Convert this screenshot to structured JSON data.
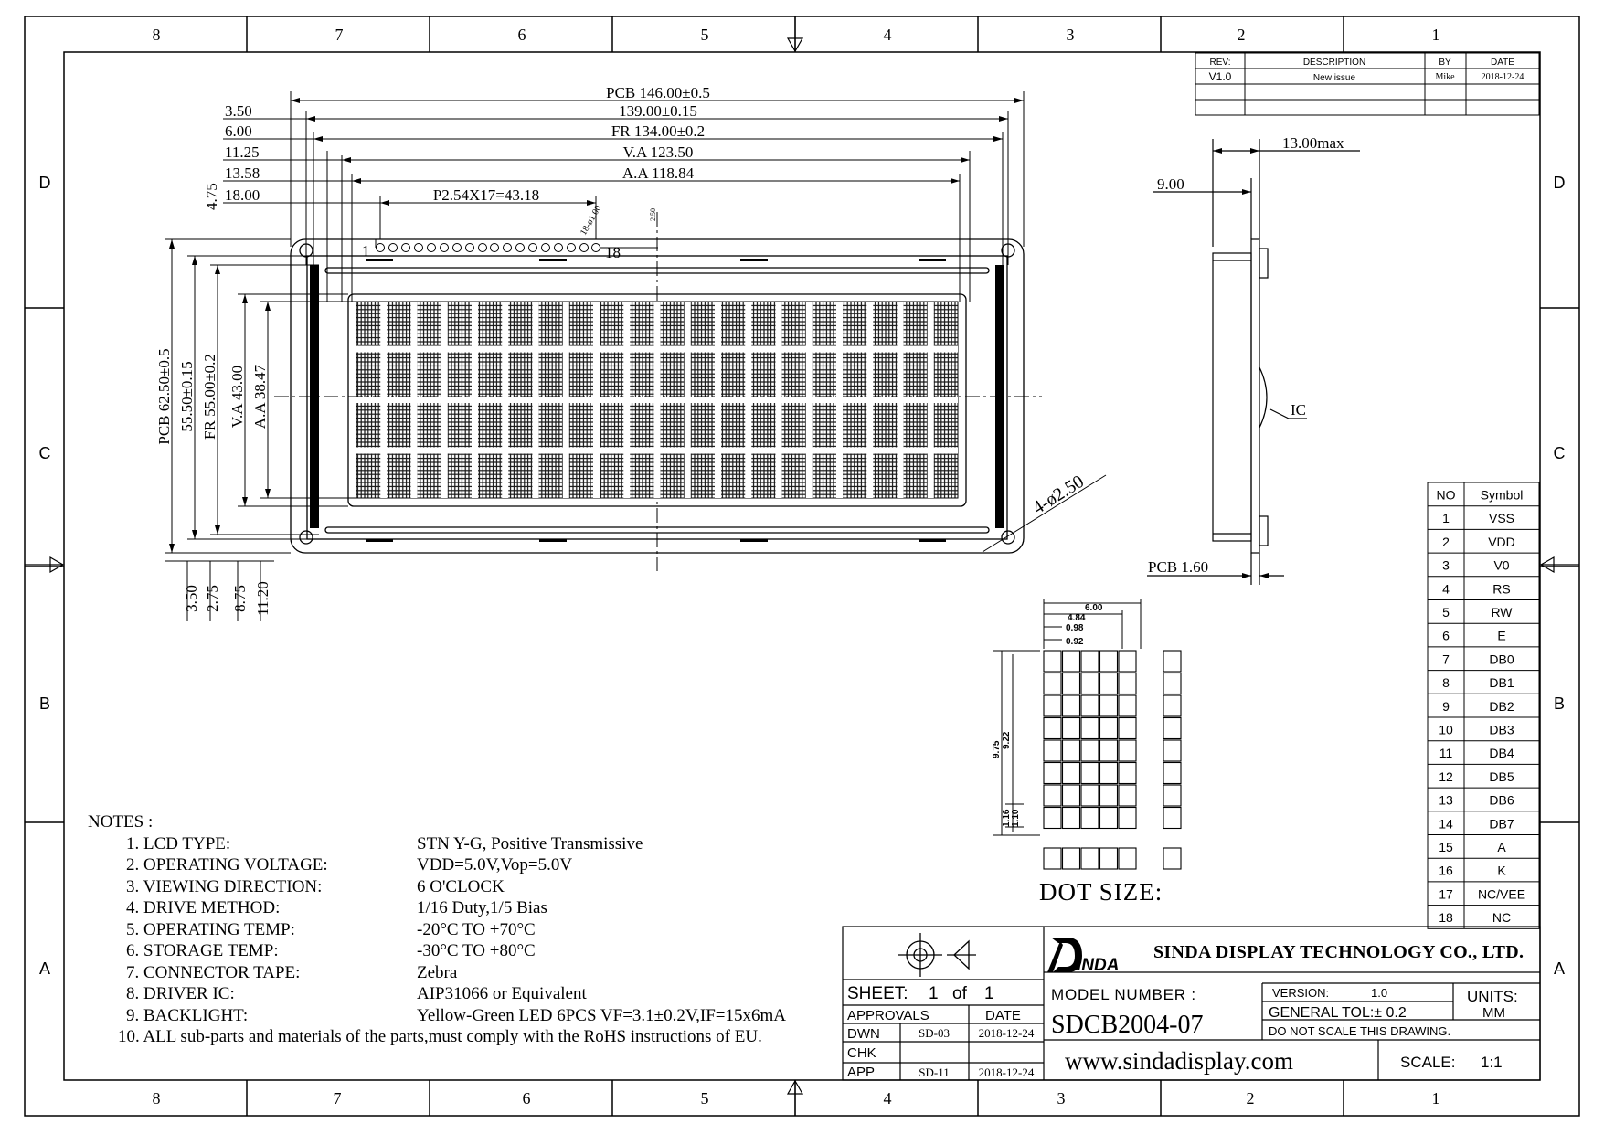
{
  "frame": {
    "columns_top": [
      "8",
      "7",
      "6",
      "5",
      "4",
      "3",
      "2",
      "1"
    ],
    "columns_bottom": [
      "8",
      "7",
      "6",
      "5",
      "4",
      "3",
      "2",
      "1"
    ],
    "rows_left": [
      "D",
      "C",
      "B",
      "A"
    ],
    "rows_right": [
      "D",
      "C",
      "B",
      "A"
    ]
  },
  "revision": {
    "headers": [
      "REV:",
      "DESCRIPTION",
      "BY",
      "DATE"
    ],
    "rows": [
      [
        "V1.0",
        "New issue",
        "Mike",
        "2018-12-24"
      ]
    ]
  },
  "front": {
    "h_dims": [
      "PCB 146.00±0.5",
      "139.00±0.15",
      "FR 134.00±0.2",
      "V.A 123.50",
      "A.A 118.84",
      "P2.54X17=43.18"
    ],
    "left_dims": [
      "3.50",
      "6.00",
      "11.25",
      "13.58",
      "18.00",
      "4.75"
    ],
    "v_dims": [
      "PCB 62.50±0.5",
      "55.50±0.15",
      "FR 55.00±0.2",
      "V.A 43.00",
      "A.A 38.47"
    ],
    "bottom_dims": [
      "3.50",
      "2.75",
      "8.75",
      "11.20"
    ],
    "pin_first": "1",
    "pin_last": "18",
    "pin_dim": "18-ø1.00",
    "small_dim": "2.50",
    "hole_dim": "4-ø2.50"
  },
  "side": {
    "max_dim": "13.00max",
    "left_dim": "9.00",
    "ic_label": "IC",
    "pcb_dim": "PCB 1.60"
  },
  "pins": {
    "headers": [
      "NO",
      "Symbol"
    ],
    "rows": [
      [
        "1",
        "VSS"
      ],
      [
        "2",
        "VDD"
      ],
      [
        "3",
        "V0"
      ],
      [
        "4",
        "RS"
      ],
      [
        "5",
        "RW"
      ],
      [
        "6",
        "E"
      ],
      [
        "7",
        "DB0"
      ],
      [
        "8",
        "DB1"
      ],
      [
        "9",
        "DB2"
      ],
      [
        "10",
        "DB3"
      ],
      [
        "11",
        "DB4"
      ],
      [
        "12",
        "DB5"
      ],
      [
        "13",
        "DB6"
      ],
      [
        "14",
        "DB7"
      ],
      [
        "15",
        "A"
      ],
      [
        "16",
        "K"
      ],
      [
        "17",
        "NC/VEE"
      ],
      [
        "18",
        "NC"
      ]
    ]
  },
  "dot": {
    "title": "DOT SIZE:",
    "dims": [
      "6.00",
      "4.84",
      "0.98",
      "0.92",
      "9.75",
      "9.22",
      "1.16",
      "1.10"
    ]
  },
  "notes": {
    "title": "NOTES :",
    "items": [
      {
        "label": "1. LCD TYPE:",
        "value": "STN Y-G, Positive Transmissive"
      },
      {
        "label": "2. OPERATING VOLTAGE:",
        "value": "VDD=5.0V,Vop=5.0V"
      },
      {
        "label": "3. VIEWING DIRECTION:",
        "value": "6 O'CLOCK"
      },
      {
        "label": "4. DRIVE METHOD:",
        "value": "1/16 Duty,1/5 Bias"
      },
      {
        "label": "5. OPERATING TEMP:",
        "value": "-20°C TO +70°C"
      },
      {
        "label": "6. STORAGE TEMP:",
        "value": "-30°C TO +80°C"
      },
      {
        "label": "7. CONNECTOR TAPE:",
        "value": "Zebra"
      },
      {
        "label": "8. DRIVER IC:",
        "value": "AIP31066 or Equivalent"
      },
      {
        "label": "9. BACKLIGHT:",
        "value": "Yellow-Green LED 6PCS VF=3.1±0.2V,IF=15x6mA"
      }
    ],
    "last": "10. ALL sub-parts and materials of the parts,must comply with the RoHS instructions of EU."
  },
  "title_block": {
    "logo_text": "INDA",
    "company": "SINDA DISPLAY TECHNOLOGY CO., LTD.",
    "sheet_label": "SHEET:",
    "sheet_num": "1",
    "sheet_of": "of",
    "sheet_total": "1",
    "approvals": "APPROVALS",
    "date": "DATE",
    "dwn": "DWN",
    "dwn_code": "SD-03",
    "dwn_date": "2018-12-24",
    "chk": "CHK",
    "app": "APP",
    "app_code": "SD-11",
    "app_date": "2018-12-24",
    "model_label": "MODEL NUMBER :",
    "model": "SDCB2004-07",
    "version_label": "VERSION:",
    "version": "1.0",
    "units_label": "UNITS:",
    "units": "MM",
    "tol_label": "GENERAL TOL:± 0.2",
    "no_scale": "DO NOT SCALE THIS DRAWING.",
    "website": "www.sindadisplay.com",
    "scale_label": "SCALE:",
    "scale": "1:1"
  }
}
